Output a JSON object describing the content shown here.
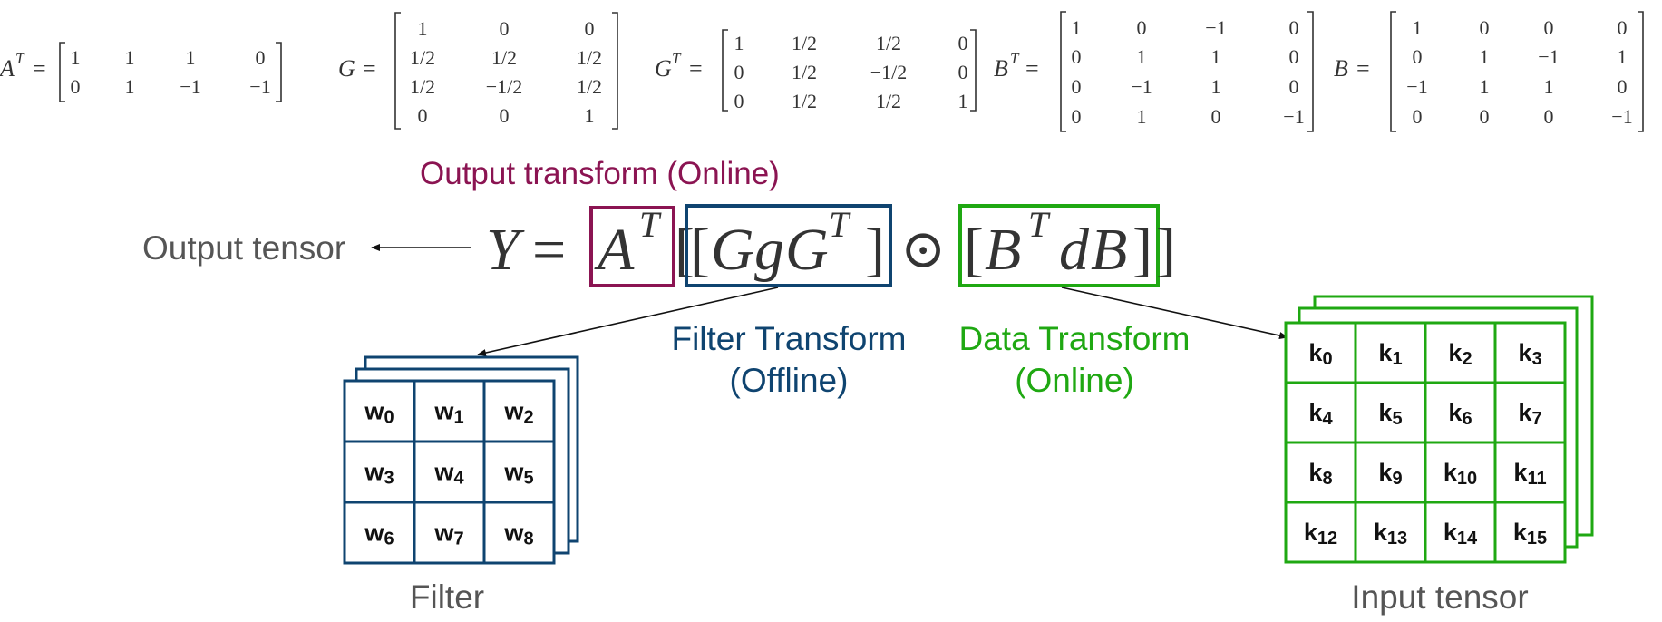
{
  "matrices": [
    {
      "name": "A",
      "sup": "T",
      "rows": [
        [
          "1",
          "1",
          "1",
          "0"
        ],
        [
          "0",
          "1",
          "−1",
          "−1"
        ]
      ]
    },
    {
      "name": "G",
      "sup": "",
      "rows": [
        [
          "1",
          "0",
          "0"
        ],
        [
          "1/2",
          "1/2",
          "1/2"
        ],
        [
          "1/2",
          "−1/2",
          "1/2"
        ],
        [
          "0",
          "0",
          "1"
        ]
      ]
    },
    {
      "name": "G",
      "sup": "T",
      "rows": [
        [
          "1",
          "1/2",
          "1/2",
          "0"
        ],
        [
          "0",
          "1/2",
          "−1/2",
          "0"
        ],
        [
          "0",
          "1/2",
          "1/2",
          "1"
        ]
      ]
    },
    {
      "name": "B",
      "sup": "T",
      "rows": [
        [
          "1",
          "0",
          "−1",
          "0"
        ],
        [
          "0",
          "1",
          "1",
          "0"
        ],
        [
          "0",
          "−1",
          "1",
          "0"
        ],
        [
          "0",
          "1",
          "0",
          "−1"
        ]
      ]
    },
    {
      "name": "B",
      "sup": "",
      "rows": [
        [
          "1",
          "0",
          "0",
          "0"
        ],
        [
          "0",
          "1",
          "−1",
          "1"
        ],
        [
          "−1",
          "1",
          "1",
          "0"
        ],
        [
          "0",
          "0",
          "0",
          "−1"
        ]
      ]
    }
  ],
  "equation": {
    "lhs": "Y",
    "equals": "=",
    "a": "A",
    "a_sup": "T",
    "open_outer": "[",
    "filter_expr": {
      "open": "[",
      "g1": "G",
      "g": "g",
      "g2": "G",
      "sup": "T",
      "close": "]"
    },
    "hadamard": "⊙",
    "data_expr": {
      "open": "[",
      "b1": "B",
      "sup": "T",
      "d": "d",
      "b2": "B",
      "close": "]"
    },
    "close_outer": "]"
  },
  "labels": {
    "output_transform": "Output transform (Online)",
    "output_tensor": "Output tensor",
    "filter_transform_line1": "Filter Transform",
    "filter_transform_line2": "(Offline)",
    "data_transform_line1": "Data Transform",
    "data_transform_line2": "(Online)",
    "filter": "Filter",
    "input_tensor": "Input tensor"
  },
  "filter_grid": [
    [
      "w",
      "0"
    ],
    [
      "w",
      "1"
    ],
    [
      "w",
      "2"
    ],
    [
      "w",
      "3"
    ],
    [
      "w",
      "4"
    ],
    [
      "w",
      "5"
    ],
    [
      "w",
      "6"
    ],
    [
      "w",
      "7"
    ],
    [
      "w",
      "8"
    ]
  ],
  "input_grid": [
    [
      "k",
      "0"
    ],
    [
      "k",
      "1"
    ],
    [
      "k",
      "2"
    ],
    [
      "k",
      "3"
    ],
    [
      "k",
      "4"
    ],
    [
      "k",
      "5"
    ],
    [
      "k",
      "6"
    ],
    [
      "k",
      "7"
    ],
    [
      "k",
      "8"
    ],
    [
      "k",
      "9"
    ],
    [
      "k",
      "10"
    ],
    [
      "k",
      "11"
    ],
    [
      "k",
      "12"
    ],
    [
      "k",
      "13"
    ],
    [
      "k",
      "14"
    ],
    [
      "k",
      "15"
    ]
  ],
  "colors": {
    "output": "#8b1452",
    "filter": "#0f4470",
    "data": "#1fa812",
    "text": "#555555",
    "equation": "#555555"
  }
}
